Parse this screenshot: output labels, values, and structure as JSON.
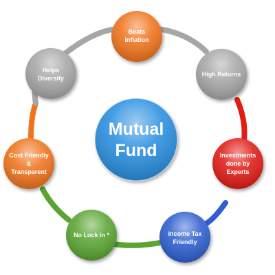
{
  "center": {
    "lines": [
      "Mutual",
      "Fund"
    ],
    "color": "#2c8fe0"
  },
  "nodes": [
    {
      "id": "beats-inflation",
      "lines": [
        "Beats",
        "Inflation"
      ],
      "color": "#f0731e"
    },
    {
      "id": "high-returns",
      "lines": [
        "High Returns"
      ],
      "color": "#a6a6a6"
    },
    {
      "id": "investments-by-experts",
      "lines": [
        "Investments",
        "done by",
        "Experts"
      ],
      "color": "#e01e12"
    },
    {
      "id": "income-tax-friendly",
      "lines": [
        "Income Tax",
        "Friendly"
      ],
      "color": "#2f5fcf"
    },
    {
      "id": "no-lock-in",
      "lines": [
        "No Lock in *"
      ],
      "color": "#5aa431"
    },
    {
      "id": "cost-friendly",
      "lines": [
        "Cost Friendly",
        "&",
        "Transparent"
      ],
      "color": "#f0731e"
    },
    {
      "id": "helps-diversify",
      "lines": [
        "Helps",
        "Diversify"
      ],
      "color": "#a6a6a6"
    }
  ],
  "ring_colors": [
    "#a6a6a6",
    "#a6a6a6",
    "#e01e12",
    "#2f5fcf",
    "#5aa431",
    "#5aa431",
    "#f0731e",
    "#a6a6a6"
  ]
}
